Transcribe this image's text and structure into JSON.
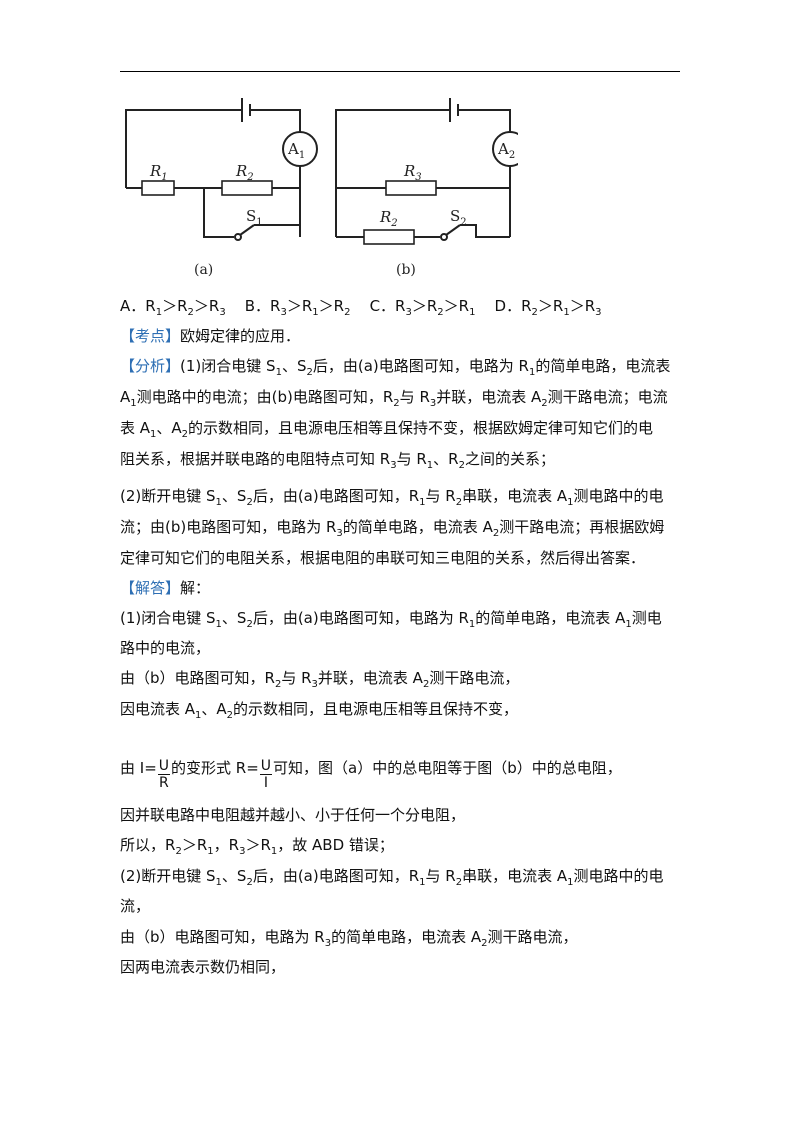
{
  "figure": {
    "a": {
      "meter": "A",
      "meter_sub": "1",
      "r1": "R",
      "r1_sub": "1",
      "r2": "R",
      "r2_sub": "2",
      "switch": "S",
      "switch_sub": "1",
      "caption": "(a)"
    },
    "b": {
      "meter": "A",
      "meter_sub": "2",
      "r3": "R",
      "r3_sub": "3",
      "r2": "R",
      "r2_sub": "2",
      "switch": "S",
      "switch_sub": "2",
      "caption": "(b)"
    }
  },
  "options": {
    "a_pre": "A．R",
    "a1": "1",
    "a_m1": "＞R",
    "a2": "2",
    "a_m2": "＞R",
    "a3": "3",
    "b_pre": "B．R",
    "b1": "3",
    "b_m1": "＞R",
    "b2": "1",
    "b_m2": "＞R",
    "b3": "2",
    "c_pre": "C．R",
    "c1": "3",
    "c_m1": "＞R",
    "c2": "2",
    "c_m2": "＞R",
    "c3": "1",
    "d_pre": "D．R",
    "d1": "2",
    "d_m1": "＞R",
    "d2": "1",
    "d_m2": "＞R",
    "d3": "3"
  },
  "kaodian": {
    "tag": "【考点】",
    "text": "欧姆定律的应用．"
  },
  "fenxi": {
    "tag": "【分析】",
    "l1_a": "(1)闭合电键 S",
    "l1_s1": "1",
    "l1_b": "、S",
    "l1_s2": "2",
    "l1_c": "后，由(a)电路图可知，电路为 R",
    "l1_s3": "1",
    "l1_d": "的简单电路，电流表",
    "l2_a": "A",
    "l2_s1": "1",
    "l2_b": "测电路中的电流；由(b)电路图可知，R",
    "l2_s2": "2",
    "l2_c": "与 R",
    "l2_s3": "3",
    "l2_d": "并联，电流表 A",
    "l2_s4": "2",
    "l2_e": "测干路电流；电流",
    "l3_a": "表 A",
    "l3_s1": "1",
    "l3_b": "、A",
    "l3_s2": "2",
    "l3_c": "的示数相同，且电源电压相等且保持不变，根据欧姆定律可知它们的电",
    "l4_a": "阻关系，根据并联电路的电阻特点可知 R",
    "l4_s1": "3",
    "l4_b": "与 R",
    "l4_s2": "1",
    "l4_c": "、R",
    "l4_s3": "2",
    "l4_d": "之间的关系；",
    "l5_a": "(2)断开电键 S",
    "l5_s1": "1",
    "l5_b": "、S",
    "l5_s2": "2",
    "l5_c": "后，由(a)电路图可知，R",
    "l5_s3": "1",
    "l5_d": "与 R",
    "l5_s4": "2",
    "l5_e": "串联，电流表 A",
    "l5_s5": "1",
    "l5_f": "测电路中的电",
    "l6_a": "流；由(b)电路图可知，电路为 R",
    "l6_s1": "3",
    "l6_b": "的简单电路，电流表 A",
    "l6_s2": "2",
    "l6_c": "测干路电流；再根据欧姆",
    "l7": "定律可知它们的电阻关系，根据电阻的串联可知三电阻的关系，然后得出答案．"
  },
  "jieda": {
    "tag": "【解答】",
    "tag_after": "解：",
    "l1_a": "(1)闭合电键 S",
    "l1_s1": "1",
    "l1_b": "、S",
    "l1_s2": "2",
    "l1_c": "后，由(a)电路图可知，电路为 R",
    "l1_s3": "1",
    "l1_d": "的简单电路，电流表 A",
    "l1_s4": "1",
    "l1_e": "测电",
    "l2": "路中的电流，",
    "l3_a": "由（b）电路图可知，R",
    "l3_s1": "2",
    "l3_b": "与 R",
    "l3_s2": "3",
    "l3_c": "并联，电流表 A",
    "l3_s3": "2",
    "l3_d": "测干路电流，",
    "l4_a": "因电流表 A",
    "l4_s1": "1",
    "l4_b": "、A",
    "l4_s2": "2",
    "l4_c": "的示数相同，且电源电压相等且保持不变，",
    "l5_a": "由 I=",
    "f1_num": "U",
    "f1_den": "R",
    "l5_b": "的变形式 R=",
    "f2_num": "U",
    "f2_den": "I",
    "l5_c": "可知，图（a）中的总电阻等于图（b）中的总电阻，",
    "l6": "因并联电路中电阻越并越小、小于任何一个分电阻，",
    "l7_a": "所以，R",
    "l7_s1": "2",
    "l7_b": "＞R",
    "l7_s2": "1",
    "l7_c": "，R",
    "l7_s3": "3",
    "l7_d": "＞R",
    "l7_s4": "1",
    "l7_e": "，故 ABD 错误；",
    "l8_a": "(2)断开电键 S",
    "l8_s1": "1",
    "l8_b": "、S",
    "l8_s2": "2",
    "l8_c": "后，由(a)电路图可知，R",
    "l8_s3": "1",
    "l8_d": "与 R",
    "l8_s4": "2",
    "l8_e": "串联，电流表 A",
    "l8_s5": "1",
    "l8_f": "测电路中的电",
    "l9": "流，",
    "l10_a": "由（b）电路图可知，电路为 R",
    "l10_s1": "3",
    "l10_b": "的简单电路，电流表 A",
    "l10_s2": "2",
    "l10_c": "测干路电流，",
    "l11": "因两电流表示数仍相同，"
  }
}
